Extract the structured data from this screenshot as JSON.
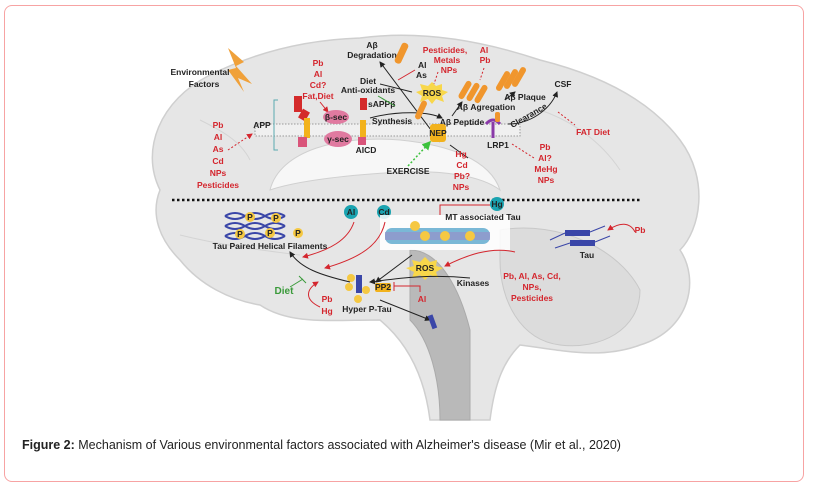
{
  "figure": {
    "caption_label": "Figure 2:",
    "caption_text": " Mechanism of Various environmental factors associated with Alzheimer's disease (Mir et al., 2020)",
    "colors": {
      "border": "#f7a3a3",
      "toxicant_text": "#d4262e",
      "label_text": "#222222",
      "diet_text": "#3a9a3a",
      "brain_fill": "#e6e6e6",
      "amyloid_orange": "#f0962d",
      "tau_blue": "#3a46a8",
      "metal_teal": "#1aa3b0"
    }
  },
  "diagram": {
    "env_factors": {
      "line1": "Environmental",
      "line2": "Factors"
    },
    "app_label": "APP",
    "frontal_toxicants": [
      "Pb",
      "Al",
      "As",
      "Cd",
      "NPs",
      "Pesticides"
    ],
    "beta_sec_toxicants": [
      "Pb",
      "Al",
      "Cd?",
      "Fat,Diet"
    ],
    "beta_sec": "β-sec",
    "gamma_sec": "γ-sec",
    "aicd": "AICD",
    "sappb": "sAPPβ",
    "synthesis": "Synthesis",
    "abeta_degradation": {
      "line1": "Aβ",
      "line2": "Degradation"
    },
    "degradation_toxicants": [
      "Al",
      "As"
    ],
    "diet_antioxidants": {
      "line1": "Diet",
      "line2": "Anti-oxidants"
    },
    "ros_top": "ROS",
    "pesticides_metals": [
      "Pesticides,",
      "Metals",
      "NPs"
    ],
    "aggregation_toxicants": [
      "Al",
      "Pb"
    ],
    "abeta_peptide": "Aβ Peptide",
    "abeta_aggregation": "Aβ Agregation",
    "abeta_plaque": "Aβ Plaque",
    "nep": "NEP",
    "exercise": "EXERCISE",
    "nep_toxicants": [
      "Hg",
      "Cd",
      "Pb?",
      "NPs"
    ],
    "lrp1": "LRP1",
    "lrp1_toxicants": [
      "Pb",
      "Al?",
      "MeHg",
      "NPs"
    ],
    "clearance": "Clearance",
    "csf": "CSF",
    "fat_diet": "FAT Diet",
    "metal_al": "Al",
    "metal_cd": "Cd",
    "metal_hg": "Hg",
    "phospho": "P",
    "tau_phf": "Tau Paired Helical Filaments",
    "mt_tau": "MT associated Tau",
    "tau": "Tau",
    "tau_pb": "Pb",
    "ros_bottom": "ROS",
    "kinases": "Kinases",
    "kinase_toxicants": [
      "Pb, Al, As, Cd,",
      "NPs,",
      "Pesticides"
    ],
    "pp2": "PP2",
    "pp2_inhibitor": "Al",
    "diet": "Diet",
    "hyper_tau_toxicants": [
      "Pb",
      "Hg"
    ],
    "hyper_p_tau": "Hyper P-Tau"
  }
}
